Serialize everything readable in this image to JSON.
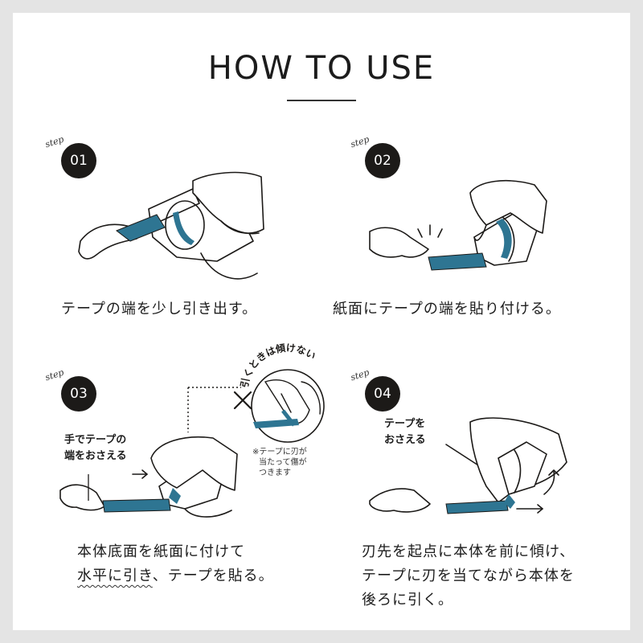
{
  "title": "HOW TO USE",
  "colors": {
    "tape": "#2e7592",
    "ink": "#1c1a18",
    "background": "#ffffff"
  },
  "steps": [
    {
      "label": "step",
      "number": "01",
      "caption": [
        "テープの端を少し引き出す。"
      ]
    },
    {
      "label": "step",
      "number": "02",
      "caption": [
        "紙面にテープの端を貼り付ける。"
      ]
    },
    {
      "label": "step",
      "number": "03",
      "caption_line1": "本体底面を紙面に付けて",
      "caption_line2_emph": "水平に引き",
      "caption_line2_rest": "、テープを貼る。",
      "annotation": [
        "手でテープの",
        "端をおさえる"
      ],
      "warning": "引くときは傾けない",
      "note": [
        "※テープに刃が",
        "当たって傷が",
        "つきます"
      ]
    },
    {
      "label": "step",
      "number": "04",
      "caption": [
        "刃先を起点に本体を前に傾け、",
        "テープに刃を当てながら本体を",
        "後ろに引く。"
      ],
      "annotation": [
        "テープを",
        "おさえる"
      ]
    }
  ]
}
